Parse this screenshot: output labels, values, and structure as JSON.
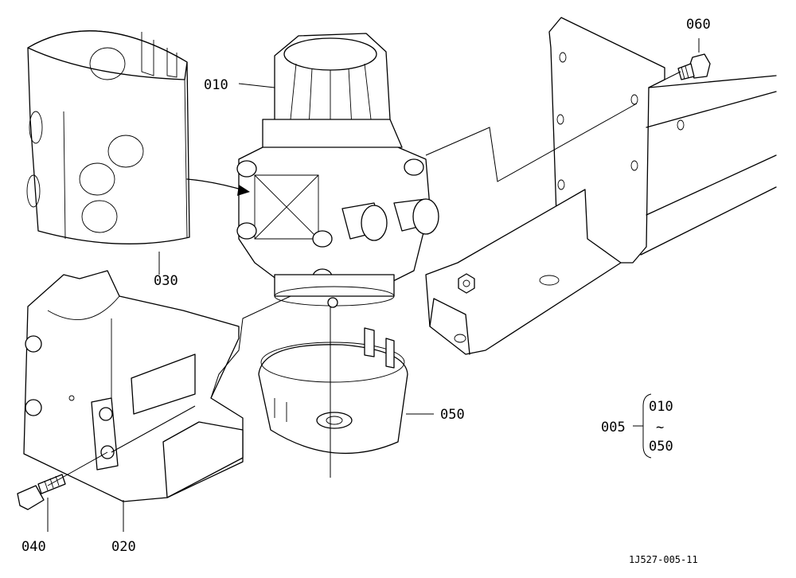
{
  "parts": {
    "p010": "010",
    "p020": "020",
    "p030": "030",
    "p040": "040",
    "p050": "050",
    "p060": "060"
  },
  "assembly": {
    "label": "005",
    "range_start": "010",
    "range_sep": "~",
    "range_end": "050"
  },
  "drawing_number": "1J527-005-11"
}
